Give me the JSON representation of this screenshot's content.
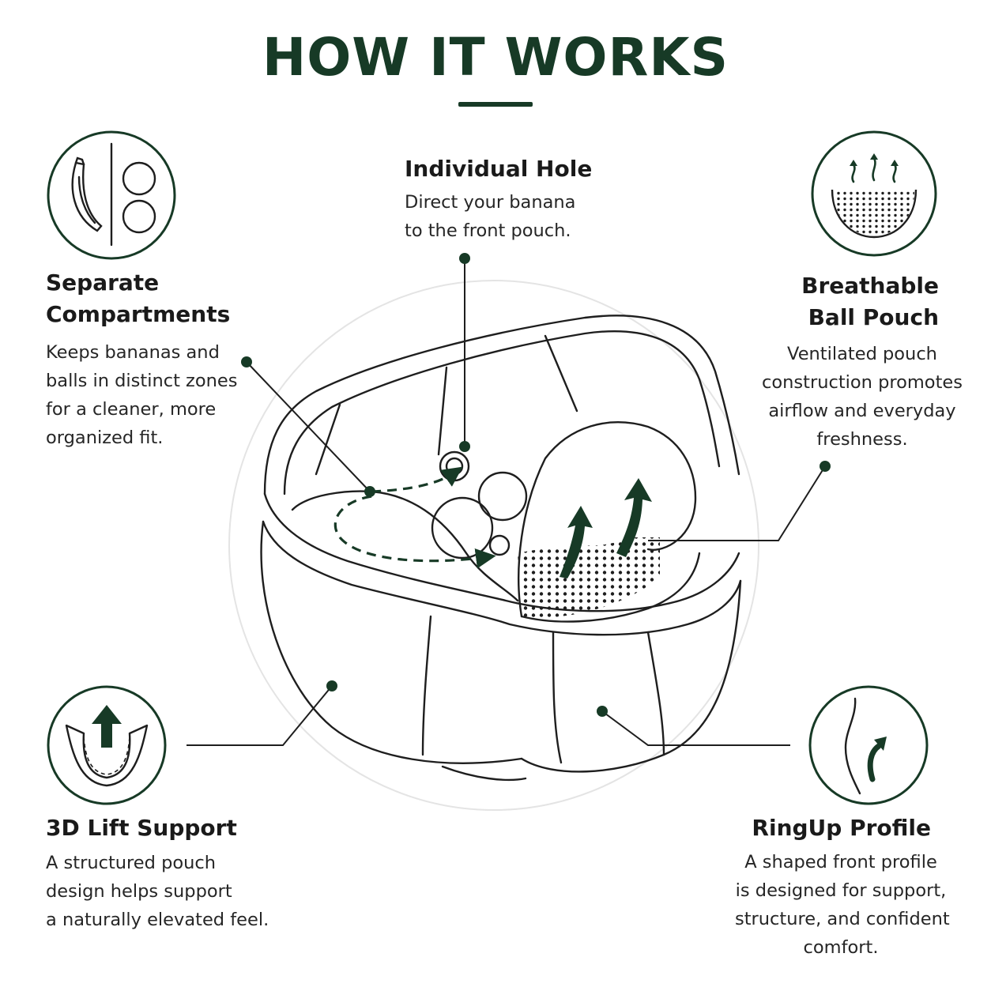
{
  "title": "HOW IT WORKS",
  "features": {
    "individual_hole": {
      "title": "Individual Hole",
      "lines": [
        "Direct your banana",
        "to the front pouch."
      ]
    },
    "separate_compartments": {
      "title_lines": [
        "Separate",
        "Compartments"
      ],
      "lines": [
        "Keeps bananas and",
        "balls in distinct zones",
        "for a cleaner, more",
        "organized fit."
      ]
    },
    "breathable_ball_pouch": {
      "title_lines": [
        "Breathable",
        "Ball Pouch"
      ],
      "lines": [
        "Ventilated pouch",
        "construction promotes",
        "airflow and everyday",
        "freshness."
      ]
    },
    "lift_support": {
      "title": "3D Lift Support",
      "lines": [
        "A structured pouch",
        "design helps support",
        "a naturally elevated feel."
      ]
    },
    "ringup_profile": {
      "title": "RingUp Profile",
      "lines": [
        "A shaped front profile",
        "is designed for support,",
        "structure, and confident",
        "comfort."
      ]
    }
  },
  "icons": {
    "separate_compartments": "banana-and-balls-icon",
    "breathable_ball_pouch": "ventilated-pouch-icon",
    "lift_support": "lift-arrow-pouch-icon",
    "ringup_profile": "curved-profile-icon"
  },
  "colors": {
    "accent": "#173a26",
    "line": "#1e1e1e"
  }
}
